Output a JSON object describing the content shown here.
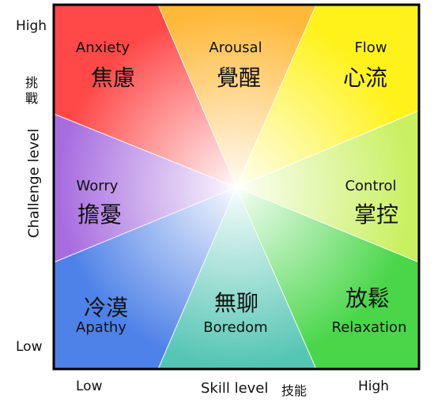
{
  "axes": {
    "y_title": "Challenge level",
    "y_title_zh": "挑戰",
    "y_high": "High",
    "y_low": "Low",
    "x_title": "Skill level",
    "x_title_zh": "技能",
    "x_low": "Low",
    "x_high": "High"
  },
  "regions": {
    "anxiety": {
      "en": "Anxiety",
      "zh": "焦慮",
      "color": "#ff4848"
    },
    "arousal": {
      "en": "Arousal",
      "zh": "覺醒",
      "color": "#ffb838"
    },
    "flow": {
      "en": "Flow",
      "zh": "心流",
      "color": "#fff21a"
    },
    "control": {
      "en": "Control",
      "zh": "掌控",
      "color": "#c8f060"
    },
    "relaxation": {
      "en": "Relaxation",
      "zh": "放鬆",
      "color": "#49d649"
    },
    "boredom": {
      "en": "Boredom",
      "zh": "無聊",
      "color": "#56c6b4"
    },
    "apathy": {
      "en": "Apathy",
      "zh": "冷漠",
      "color": "#4f82e8"
    },
    "worry": {
      "en": "Worry",
      "zh": "擔憂",
      "color": "#a76de0"
    }
  }
}
